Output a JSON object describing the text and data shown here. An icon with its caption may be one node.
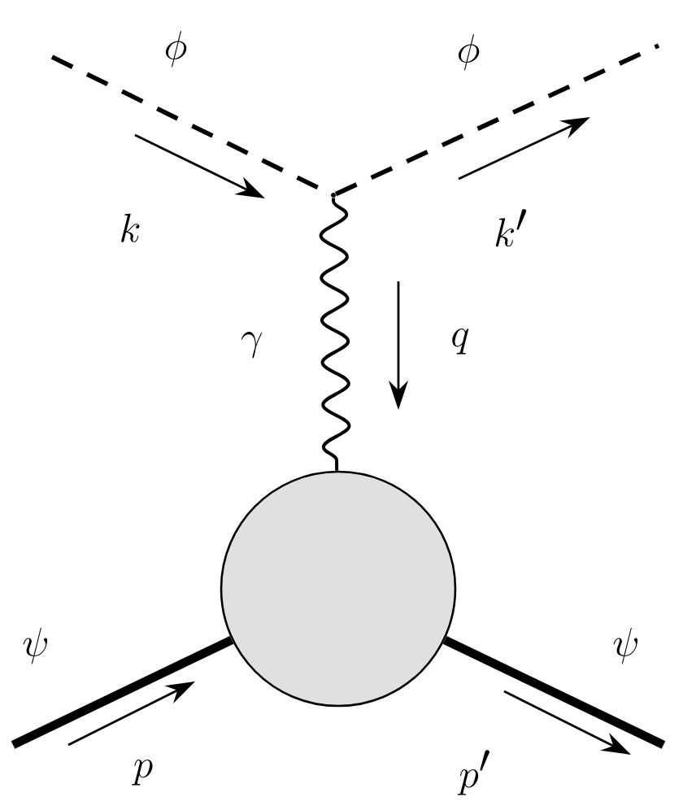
{
  "diagram": {
    "nodes": [
      {
        "text": [],
        "shape": "point"
      },
      {
        "text": [],
        "shape": "circle"
      }
    ],
    "edges": [
      {
        "from": null,
        "to": 0,
        "arrow": "none",
        "style": "dashed"
      },
      {
        "from": 0,
        "to": null,
        "arrow": "none",
        "style": "dashed"
      },
      {
        "from": 0,
        "to": 1,
        "arrow": "none"
      },
      {
        "from": null,
        "to": 1,
        "arrow": "none",
        "style": "thick"
      },
      {
        "from": 1,
        "to": null,
        "arrow": "none",
        "style": "thick"
      }
    ],
    "labels": [
      "\\phi",
      "\\phi",
      "k",
      "k'",
      "\\gamma",
      "q",
      "\\psi",
      "\\psi",
      "p",
      "p'"
    ]
  }
}
